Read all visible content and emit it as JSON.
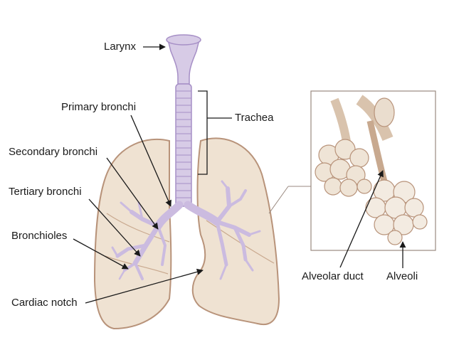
{
  "labels": {
    "larynx": "Larynx",
    "trachea": "Trachea",
    "primary_bronchi": "Primary bronchi",
    "secondary_bronchi": "Secondary bronchi",
    "tertiary_bronchi": "Tertiary bronchi",
    "bronchioles": "Bronchioles",
    "cardiac_notch": "Cardiac notch",
    "alveolar_duct": "Alveolar duct",
    "alveoli": "Alveoli"
  },
  "colors": {
    "lung_fill": "#efe2d2",
    "lung_outline": "#b8937a",
    "airway_fill": "#cbbbe0",
    "airway_outline": "#a68fc6",
    "label_text": "#1a1a1a",
    "inset_frame": "#9a8a80"
  }
}
